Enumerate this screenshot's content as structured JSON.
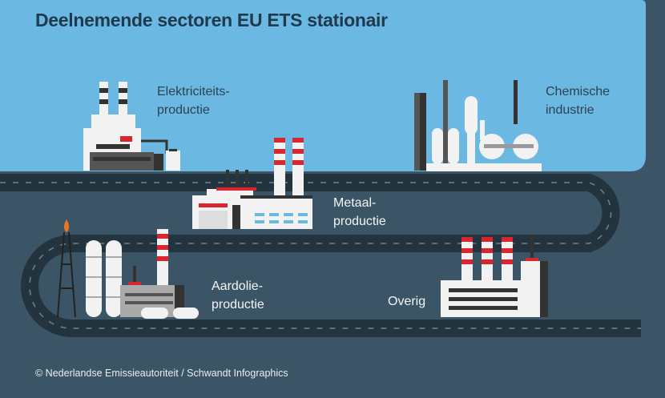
{
  "title": "Deelnemende sectoren EU ETS stationair",
  "sectors": [
    {
      "id": "elektriciteit",
      "label": "Elektriciteits-\nproductie"
    },
    {
      "id": "chemie",
      "label": "Chemische\nindustrie"
    },
    {
      "id": "metaal",
      "label": "Metaal-\nproductie"
    },
    {
      "id": "aardolie",
      "label": "Aardolie-\nproductie"
    },
    {
      "id": "overig",
      "label": "Overig"
    }
  ],
  "credit": "© Nederlandse Emissieautoriteit / Schwandt Infographics",
  "colors": {
    "sky": "#6bb8e3",
    "ground": "#3b5566",
    "road": "#2a3c49",
    "red": "#d7262d",
    "title": "#1f3a4d"
  }
}
